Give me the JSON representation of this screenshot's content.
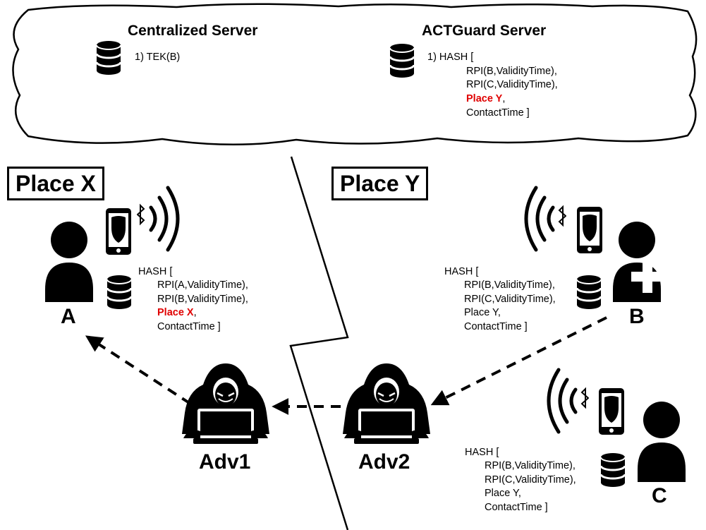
{
  "servers": {
    "centralized": {
      "title": "Centralized Server",
      "entry": "1)   TEK(B)"
    },
    "actguard": {
      "title": "ACTGuard Server",
      "line1": "1)   HASH [",
      "line2": "RPI(B,ValidityTime),",
      "line3": "RPI(C,ValidityTime),",
      "line4_place": "Place Y",
      "line4_comma": ",",
      "line5": "ContactTime ]"
    }
  },
  "places": {
    "x": "Place X",
    "y": "Place Y"
  },
  "users": {
    "a": {
      "label": "A",
      "record": {
        "l1": "HASH [",
        "l2": "RPI(A,ValidityTime),",
        "l3": "RPI(B,ValidityTime),",
        "l4_place": "Place X",
        "l4_comma": ",",
        "l5": "ContactTime ]"
      }
    },
    "b": {
      "label": "B",
      "record": {
        "l1": "HASH [",
        "l2": "RPI(B,ValidityTime),",
        "l3": "RPI(C,ValidityTime),",
        "l4": "Place Y,",
        "l5": "ContactTime ]"
      }
    },
    "c": {
      "label": "C",
      "record": {
        "l1": "HASH [",
        "l2": "RPI(B,ValidityTime),",
        "l3": "RPI(C,ValidityTime),",
        "l4": "Place Y,",
        "l5": "ContactTime ]"
      }
    }
  },
  "adversaries": {
    "adv1": "Adv1",
    "adv2": "Adv2"
  },
  "colors": {
    "highlight": "#e00000",
    "ink": "#000000"
  },
  "icons": [
    "database-icon",
    "smartphone-shield-icon",
    "bluetooth-wave-icon",
    "person-icon",
    "medical-person-icon",
    "hacker-icon"
  ]
}
